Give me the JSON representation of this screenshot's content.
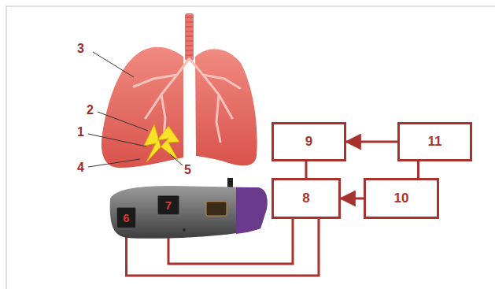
{
  "diagram": {
    "nodes": [
      {
        "text": [
          "9"
        ]
      },
      {
        "text": [
          "11"
        ]
      },
      {
        "text": [
          "8"
        ]
      },
      {
        "text": [
          "10"
        ]
      },
      {
        "text": [
          "7"
        ]
      },
      {
        "text": [
          "6"
        ]
      }
    ],
    "edges": [
      {
        "from": 1,
        "to": 0,
        "arrow": "to"
      },
      {
        "from": 0,
        "to": 2,
        "arrow": "none"
      },
      {
        "from": 1,
        "to": 3,
        "arrow": "none"
      },
      {
        "from": 3,
        "to": 2,
        "arrow": "to"
      },
      {
        "from": 4,
        "to": 2,
        "arrow": "none"
      },
      {
        "from": 5,
        "to": 2,
        "arrow": "none"
      }
    ],
    "labels": [
      "3",
      "2",
      "1",
      "4",
      "5"
    ]
  }
}
